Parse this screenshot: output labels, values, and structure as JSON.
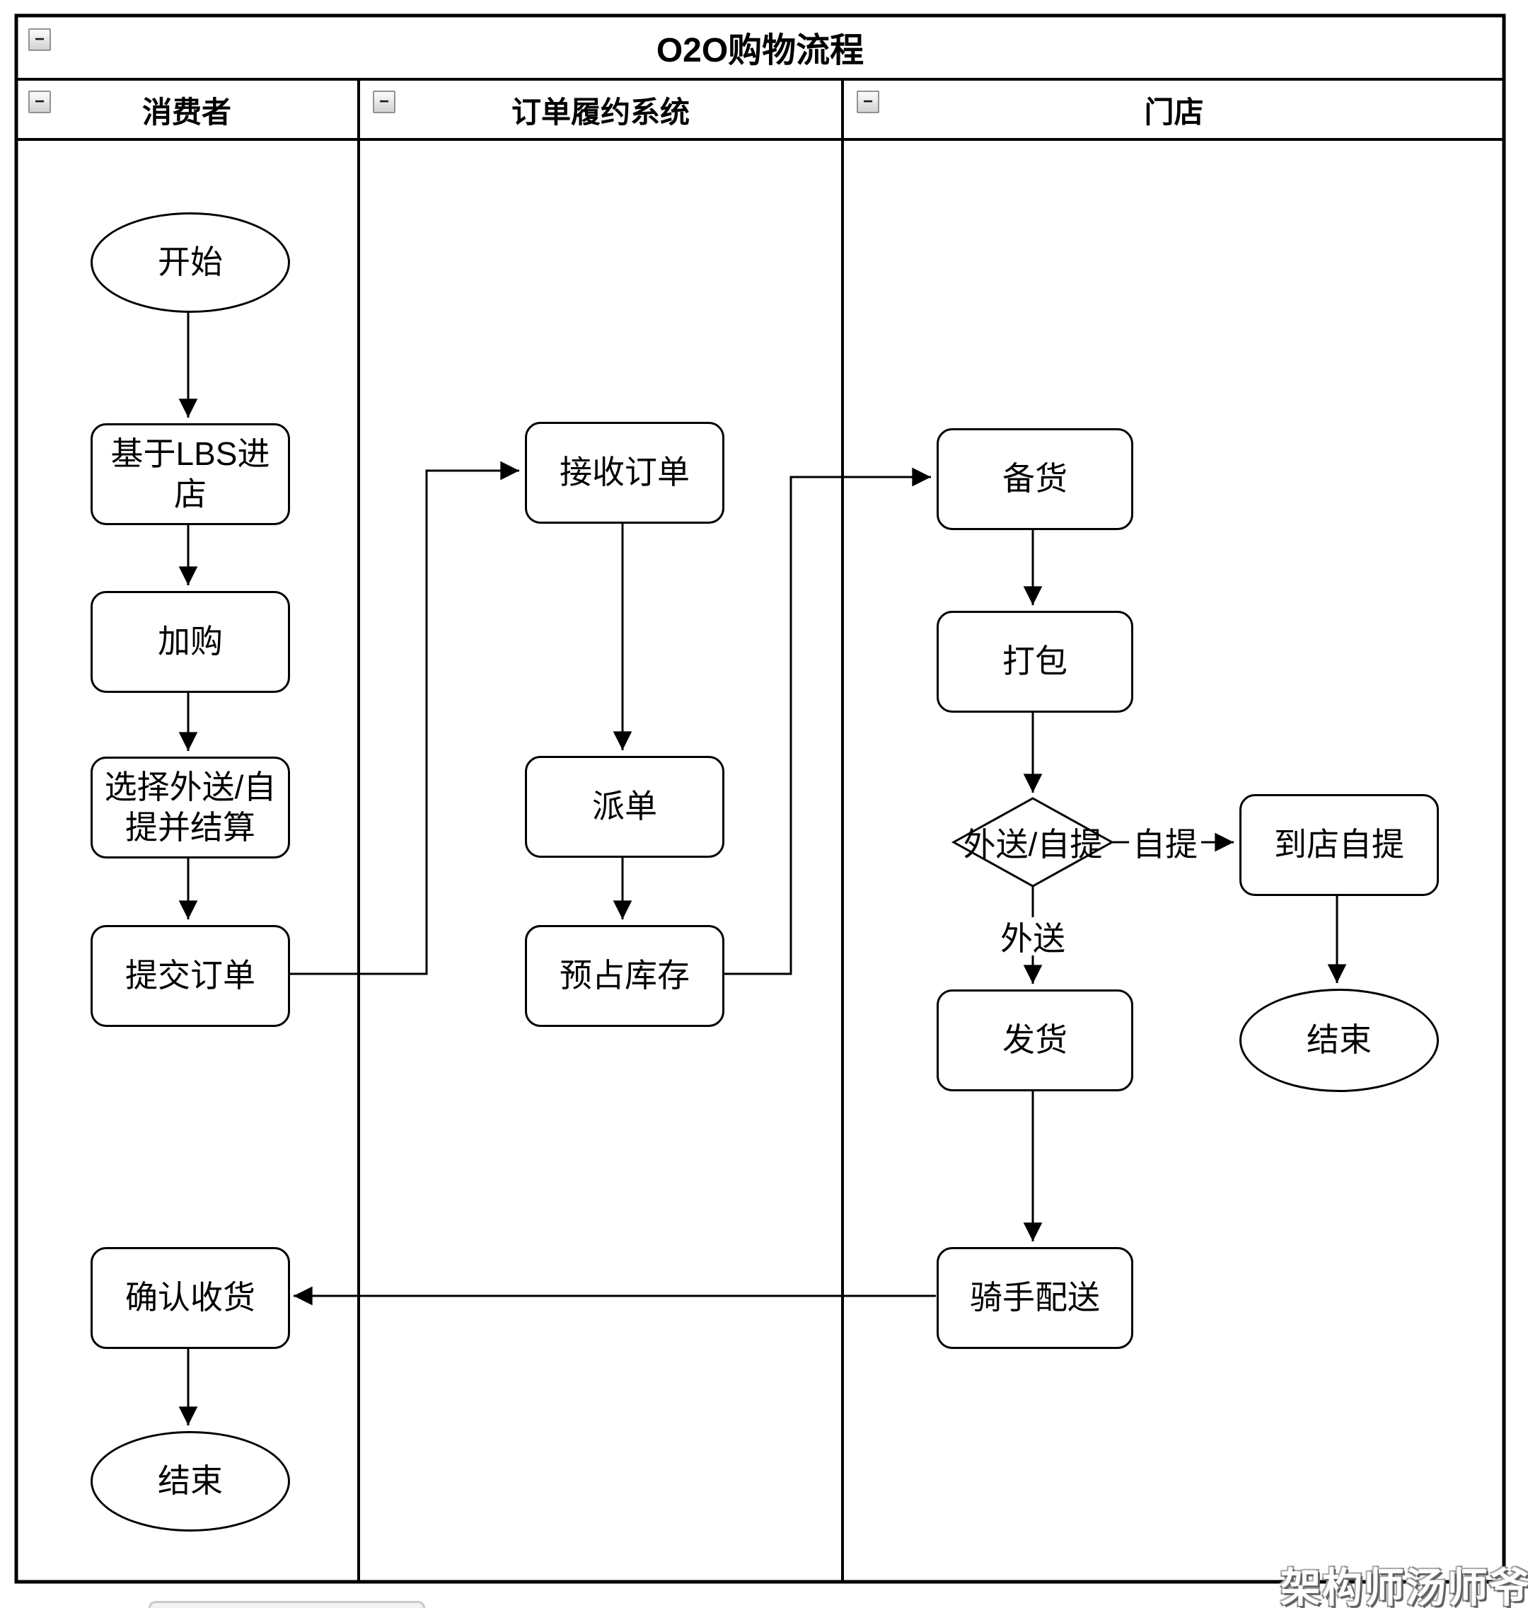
{
  "diagram": {
    "title": "O2O购物流程",
    "watermark": "架构师汤师爷",
    "collapse_glyph": "−",
    "lanes": [
      {
        "label": "消费者"
      },
      {
        "label": "订单履约系统"
      },
      {
        "label": "门店"
      }
    ],
    "nodes": [
      {
        "id": "start",
        "lane": "消费者",
        "shape": "ellipse",
        "label": "开始"
      },
      {
        "id": "lbs-entry",
        "lane": "消费者",
        "shape": "process",
        "label": "基于LBS进\n店"
      },
      {
        "id": "add-to-cart",
        "lane": "消费者",
        "shape": "process",
        "label": "加购"
      },
      {
        "id": "select-mode",
        "lane": "消费者",
        "shape": "process",
        "label": "选择外送/自\n提并结算"
      },
      {
        "id": "submit-order",
        "lane": "消费者",
        "shape": "process",
        "label": "提交订单"
      },
      {
        "id": "confirm-receipt",
        "lane": "消费者",
        "shape": "process",
        "label": "确认收货"
      },
      {
        "id": "end-consumer",
        "lane": "消费者",
        "shape": "ellipse",
        "label": "结束"
      },
      {
        "id": "receive-order",
        "lane": "订单履约系统",
        "shape": "process",
        "label": "接收订单"
      },
      {
        "id": "dispatch-order",
        "lane": "订单履约系统",
        "shape": "process",
        "label": "派单"
      },
      {
        "id": "reserve-stock",
        "lane": "订单履约系统",
        "shape": "process",
        "label": "预占库存"
      },
      {
        "id": "prepare-goods",
        "lane": "门店",
        "shape": "process",
        "label": "备货"
      },
      {
        "id": "pack",
        "lane": "门店",
        "shape": "process",
        "label": "打包"
      },
      {
        "id": "mode-decision",
        "lane": "门店",
        "shape": "decision",
        "label": "外送/自提"
      },
      {
        "id": "store-pickup",
        "lane": "门店",
        "shape": "process",
        "label": "到店自提"
      },
      {
        "id": "ship",
        "lane": "门店",
        "shape": "process",
        "label": "发货"
      },
      {
        "id": "end-pickup",
        "lane": "门店",
        "shape": "ellipse",
        "label": "结束"
      },
      {
        "id": "rider-delivery",
        "lane": "门店",
        "shape": "process",
        "label": "骑手配送"
      }
    ],
    "edge_labels": [
      {
        "id": "pickup-branch",
        "text": "自提"
      },
      {
        "id": "delivery-branch",
        "text": "外送"
      }
    ],
    "colors": {
      "stroke": "#000000",
      "shape_fill": "#ffffff",
      "collapse_border": "#929292",
      "watermark_fill": "#ffffff",
      "watermark_shadow": "#636363"
    }
  }
}
